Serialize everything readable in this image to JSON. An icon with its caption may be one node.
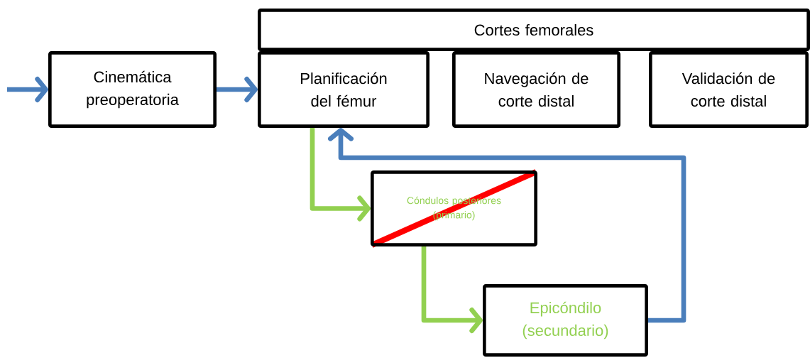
{
  "diagram": {
    "nodes": [
      {
        "text": [
          "Cinemática preoperatoria"
        ]
      },
      {
        "text": [
          "Cortes femorales"
        ]
      },
      {
        "text": [
          "Planificación del fémur"
        ]
      },
      {
        "text": [
          "Navegación de corte distal"
        ]
      },
      {
        "text": [
          "Validación de corte distal"
        ]
      },
      {
        "text": [
          "Cóndulos posteriores (primario)"
        ]
      },
      {
        "text": [
          "Epicóndilo (secundario)"
        ]
      }
    ],
    "edges": [
      {
        "from": null,
        "to": 0,
        "arrow": "to"
      },
      {
        "from": 0,
        "to": 2,
        "arrow": "to"
      },
      {
        "from": 2,
        "to": 5,
        "arrow": "to",
        "color": "#92d050"
      },
      {
        "from": 5,
        "to": 6,
        "arrow": "to",
        "color": "#92d050"
      },
      {
        "from": 6,
        "to": 2,
        "arrow": "to"
      }
    ]
  }
}
